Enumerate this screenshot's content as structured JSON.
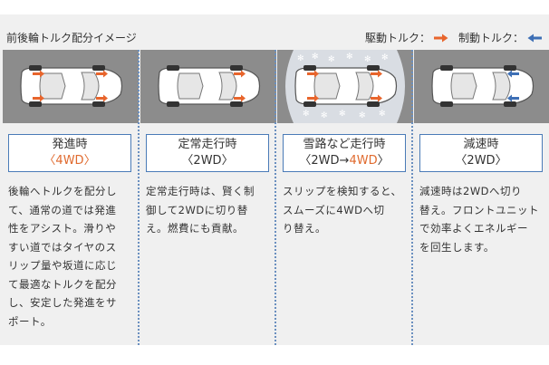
{
  "header": {
    "title": "前後輪トルク配分イメージ",
    "legend_drive": "駆動トルク：",
    "legend_brake": "制動トルク："
  },
  "colors": {
    "drive": "#e8652c",
    "brake": "#3d6fb5",
    "road": "#8c8c8c",
    "border": "#4a7bb7"
  },
  "columns": [
    {
      "title": "発進時",
      "mode_prefix": "〈",
      "mode": "4WD",
      "mode_suffix": "〉",
      "mode_accent": true,
      "description": "後輪へトルクを配分し\nて、通常の道では発進\n性をアシスト。滑りや\nすい道ではタイヤのス\nリップ量や坂道に応じ\nて最適なトルクを配分\nし、安定した発進をサ\nポート。",
      "torque": "drive-all",
      "icon": "car-topview-icon"
    },
    {
      "title": "定常走行時",
      "mode_prefix": "〈",
      "mode": "2WD",
      "mode_suffix": "〉",
      "mode_accent": false,
      "description": "定常走行時は、賢く制\n御して2WDに切り替\nえ。燃費にも貢献。",
      "torque": "drive-front",
      "icon": "car-topview-icon"
    },
    {
      "title": "雪路など走行時",
      "mode_prefix": "〈2WD→",
      "mode": "4WD",
      "mode_suffix": "〉",
      "mode_accent": true,
      "description": "スリップを検知すると、\nスムーズに4WDへ切\nり替え。",
      "torque": "drive-all",
      "icon": "car-topview-icon"
    },
    {
      "title": "減速時",
      "mode_prefix": "〈",
      "mode": "2WD",
      "mode_suffix": "〉",
      "mode_accent": false,
      "description": "減速時は2WDへ切り\n替え。フロントユニット\nで効率よくエネルギー\nを回生します。",
      "torque": "brake-front",
      "icon": "car-topview-icon"
    }
  ]
}
